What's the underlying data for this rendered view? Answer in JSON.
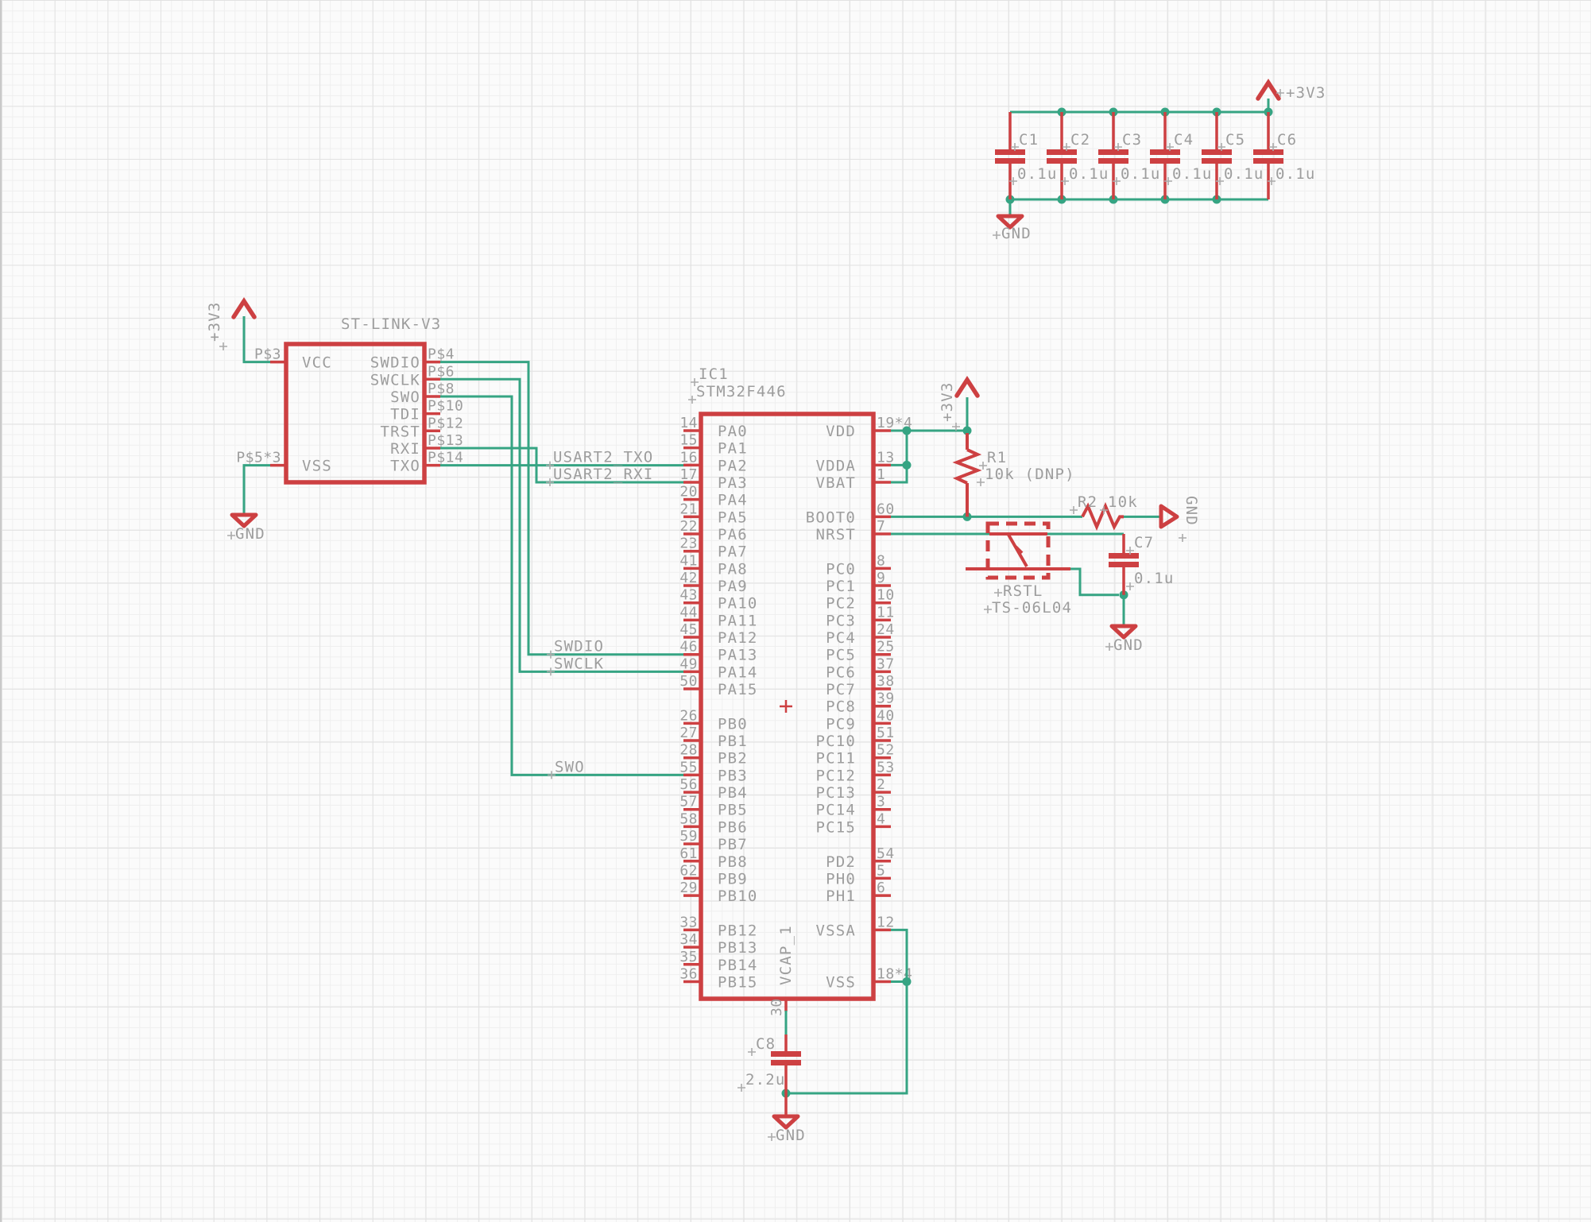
{
  "app": {
    "type": "schematic-editor-sheet"
  },
  "colors": {
    "wire": "#36a483",
    "component": "#cd4042",
    "text": "#9d9d9d",
    "grid_minor": "#efefef",
    "grid_major": "#e2e2e2",
    "background": "#fbfbfb"
  },
  "power": {
    "v33": "+3V3",
    "gnd": "GND"
  },
  "cap_bank": {
    "caps": [
      {
        "ref": "C1",
        "value": "0.1u"
      },
      {
        "ref": "C2",
        "value": "0.1u"
      },
      {
        "ref": "C3",
        "value": "0.1u"
      },
      {
        "ref": "C4",
        "value": "0.1u"
      },
      {
        "ref": "C5",
        "value": "0.1u"
      },
      {
        "ref": "C6",
        "value": "0.1u"
      }
    ]
  },
  "stlink": {
    "title": "ST-LINK-V3",
    "left_pins": [
      {
        "num": "P$3",
        "name": "VCC",
        "row": 0
      },
      {
        "num": "P$5*3",
        "name": "VSS",
        "row": 6
      }
    ],
    "right_pins": [
      {
        "num": "P$4",
        "name": "SWDIO",
        "row": 0
      },
      {
        "num": "P$6",
        "name": "SWCLK",
        "row": 1
      },
      {
        "num": "P$8",
        "name": "SWO",
        "row": 2
      },
      {
        "num": "P$10",
        "name": "TDI",
        "row": 3
      },
      {
        "num": "P$12",
        "name": "TRST",
        "row": 4
      },
      {
        "num": "P$13",
        "name": "RXI",
        "row": 5
      },
      {
        "num": "P$14",
        "name": "TXO",
        "row": 6
      }
    ]
  },
  "ic": {
    "ref": "IC1",
    "value": "STM32F446",
    "left_pins": [
      {
        "num": "14",
        "name": "PA0",
        "row": 0
      },
      {
        "num": "15",
        "name": "PA1",
        "row": 1
      },
      {
        "num": "16",
        "name": "PA2",
        "row": 2
      },
      {
        "num": "17",
        "name": "PA3",
        "row": 3
      },
      {
        "num": "20",
        "name": "PA4",
        "row": 4
      },
      {
        "num": "21",
        "name": "PA5",
        "row": 5
      },
      {
        "num": "22",
        "name": "PA6",
        "row": 6
      },
      {
        "num": "23",
        "name": "PA7",
        "row": 7
      },
      {
        "num": "41",
        "name": "PA8",
        "row": 8
      },
      {
        "num": "42",
        "name": "PA9",
        "row": 9
      },
      {
        "num": "43",
        "name": "PA10",
        "row": 10
      },
      {
        "num": "44",
        "name": "PA11",
        "row": 11
      },
      {
        "num": "45",
        "name": "PA12",
        "row": 12
      },
      {
        "num": "46",
        "name": "PA13",
        "row": 13
      },
      {
        "num": "49",
        "name": "PA14",
        "row": 14
      },
      {
        "num": "50",
        "name": "PA15",
        "row": 15
      },
      {
        "num": "26",
        "name": "PB0",
        "row": 17
      },
      {
        "num": "27",
        "name": "PB1",
        "row": 18
      },
      {
        "num": "28",
        "name": "PB2",
        "row": 19
      },
      {
        "num": "55",
        "name": "PB3",
        "row": 20
      },
      {
        "num": "56",
        "name": "PB4",
        "row": 21
      },
      {
        "num": "57",
        "name": "PB5",
        "row": 22
      },
      {
        "num": "58",
        "name": "PB6",
        "row": 23
      },
      {
        "num": "59",
        "name": "PB7",
        "row": 24
      },
      {
        "num": "61",
        "name": "PB8",
        "row": 25
      },
      {
        "num": "62",
        "name": "PB9",
        "row": 26
      },
      {
        "num": "29",
        "name": "PB10",
        "row": 27
      },
      {
        "num": "33",
        "name": "PB12",
        "row": 29
      },
      {
        "num": "34",
        "name": "PB13",
        "row": 30
      },
      {
        "num": "35",
        "name": "PB14",
        "row": 31
      },
      {
        "num": "36",
        "name": "PB15",
        "row": 32
      }
    ],
    "right_pins": [
      {
        "num": "19*4",
        "name": "VDD",
        "row": 0
      },
      {
        "num": "13",
        "name": "VDDA",
        "row": 2
      },
      {
        "num": "1",
        "name": "VBAT",
        "row": 3
      },
      {
        "num": "60",
        "name": "BOOT0",
        "row": 5
      },
      {
        "num": "7",
        "name": "NRST",
        "row": 6
      },
      {
        "num": "8",
        "name": "PC0",
        "row": 8
      },
      {
        "num": "9",
        "name": "PC1",
        "row": 9
      },
      {
        "num": "10",
        "name": "PC2",
        "row": 10
      },
      {
        "num": "11",
        "name": "PC3",
        "row": 11
      },
      {
        "num": "24",
        "name": "PC4",
        "row": 12
      },
      {
        "num": "25",
        "name": "PC5",
        "row": 13
      },
      {
        "num": "37",
        "name": "PC6",
        "row": 14
      },
      {
        "num": "38",
        "name": "PC7",
        "row": 15
      },
      {
        "num": "39",
        "name": "PC8",
        "row": 16
      },
      {
        "num": "40",
        "name": "PC9",
        "row": 17
      },
      {
        "num": "51",
        "name": "PC10",
        "row": 18
      },
      {
        "num": "52",
        "name": "PC11",
        "row": 19
      },
      {
        "num": "53",
        "name": "PC12",
        "row": 20
      },
      {
        "num": "2",
        "name": "PC13",
        "row": 21
      },
      {
        "num": "3",
        "name": "PC14",
        "row": 22
      },
      {
        "num": "4",
        "name": "PC15",
        "row": 23
      },
      {
        "num": "54",
        "name": "PD2",
        "row": 25
      },
      {
        "num": "5",
        "name": "PH0",
        "row": 26
      },
      {
        "num": "6",
        "name": "PH1",
        "row": 27
      },
      {
        "num": "12",
        "name": "VSSA",
        "row": 29
      },
      {
        "num": "18*4",
        "name": "VSS",
        "row": 32
      }
    ],
    "bottom_pin": {
      "num": "30",
      "name": "VCAP_1"
    }
  },
  "nets": {
    "usart2_txo": "USART2_TXO",
    "usart2_rxi": "USART2_RXI",
    "swdio": "SWDIO",
    "swclk": "SWCLK",
    "swo": "SWO"
  },
  "parts": {
    "r1": {
      "ref": "R1",
      "value": "10k (DNP)"
    },
    "r2": {
      "ref": "R2",
      "value": "10k"
    },
    "sw": {
      "ref": "RSTL",
      "value": "TS-06L04"
    },
    "c7": {
      "ref": "C7",
      "value": "0.1u"
    },
    "c8": {
      "ref": "C8",
      "value": "2.2u"
    }
  }
}
